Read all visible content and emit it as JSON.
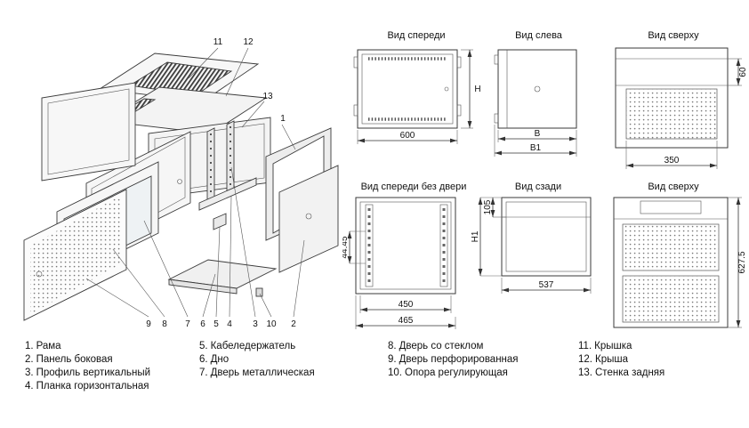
{
  "views": {
    "front": {
      "title": "Вид спереди",
      "dim_width": "600",
      "dim_height": "H"
    },
    "left_side": {
      "title": "Вид слева",
      "dim_b": "B",
      "dim_b1": "B1"
    },
    "top": {
      "title": "Вид сверху",
      "dim_depth": "60",
      "dim_width": "350"
    },
    "front_no_door": {
      "title": "Вид спереди без двери",
      "dim_unit": "44.45",
      "dim_inner": "450",
      "dim_outer": "465"
    },
    "rear": {
      "title": "Вид сзади",
      "dim_width": "537",
      "dim_height": "H1",
      "dim_top": "105"
    },
    "top_full": {
      "title": "Вид сверху",
      "dim_depth": "627.5"
    }
  },
  "exploded": {
    "callouts": [
      "11",
      "12",
      "13",
      "1",
      "9",
      "8",
      "7",
      "6",
      "5",
      "4",
      "3",
      "10",
      "2"
    ]
  },
  "legend": {
    "columns": [
      {
        "items": [
          {
            "num": "1.",
            "label": "Рама"
          },
          {
            "num": "2.",
            "label": "Панель боковая"
          },
          {
            "num": "3.",
            "label": "Профиль вертикальный"
          },
          {
            "num": "4.",
            "label": "Планка горизонтальная"
          }
        ]
      },
      {
        "items": [
          {
            "num": "5.",
            "label": "Кабеледержатель"
          },
          {
            "num": "6.",
            "label": "Дно"
          },
          {
            "num": "7.",
            "label": "Дверь металлическая"
          }
        ]
      },
      {
        "items": [
          {
            "num": "8.",
            "label": "Дверь со стеклом"
          },
          {
            "num": "9.",
            "label": "Дверь перфорированная"
          },
          {
            "num": "10.",
            "label": "Опора регулирующая"
          }
        ]
      },
      {
        "items": [
          {
            "num": "11.",
            "label": "Крышка"
          },
          {
            "num": "12.",
            "label": "Крыша"
          },
          {
            "num": "13.",
            "label": "Стенка задняя"
          }
        ]
      }
    ]
  },
  "colors": {
    "line": "#3a3a3a",
    "dim": "#333333",
    "text": "#111111",
    "background": "#ffffff"
  }
}
